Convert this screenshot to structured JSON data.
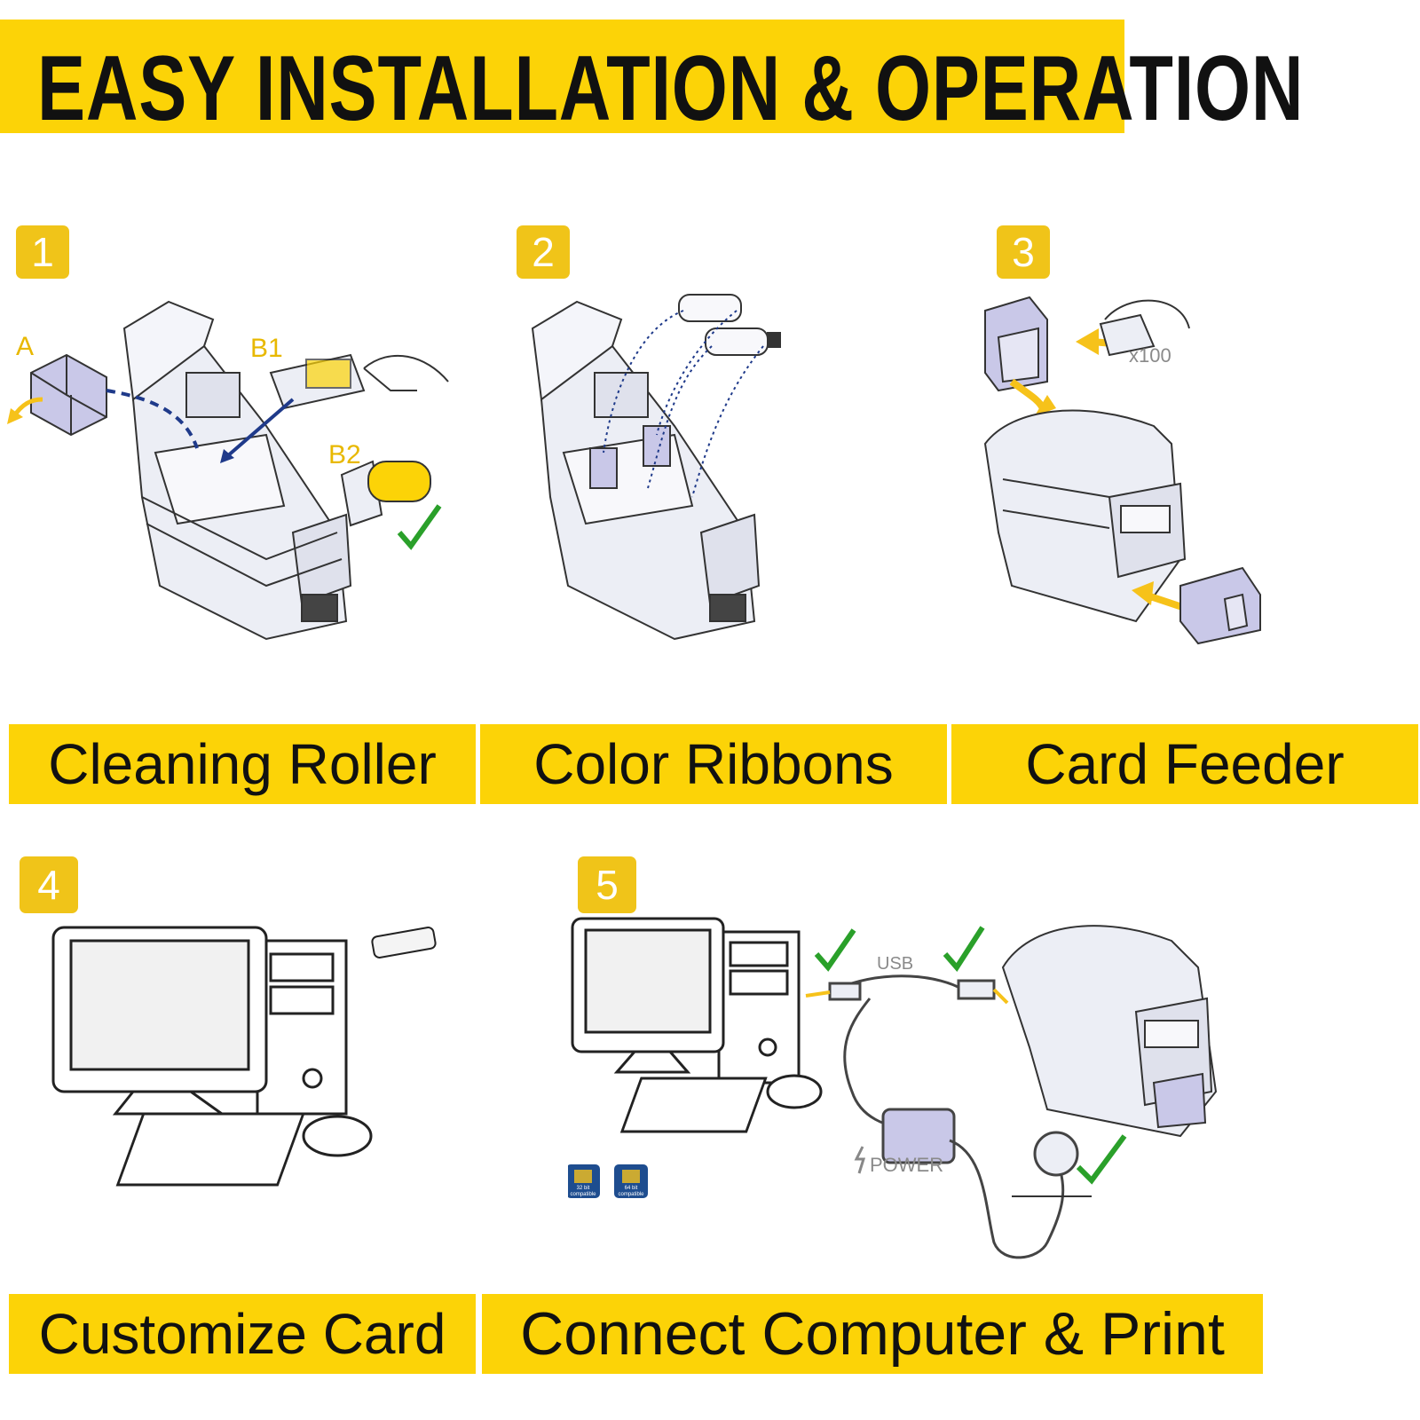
{
  "title": "EASY INSTALLATION & OPERATION",
  "steps": [
    {
      "number": "1",
      "caption": "Cleaning Roller",
      "labels": {
        "a": "A",
        "b1": "B1",
        "b2": "B2"
      }
    },
    {
      "number": "2",
      "caption": "Color Ribbons"
    },
    {
      "number": "3",
      "caption": "Card Feeder",
      "labels": {
        "count": "x100"
      }
    },
    {
      "number": "4",
      "caption": "Customize Card"
    },
    {
      "number": "5",
      "caption": "Connect Computer & Print",
      "labels": {
        "usb": "USB",
        "power": "POWER",
        "badge_32_line1": "32 bit",
        "badge_32_line2": "compatible",
        "badge_64_line1": "64 bit",
        "badge_64_line2": "compatible"
      }
    }
  ],
  "colors": {
    "banner": "#fcd307",
    "badge": "#f0c419",
    "printer_body": "#eceef5",
    "accent_purple": "#c9c8e8",
    "check": "#2aa02a",
    "arrow_blue": "#1f3a8a",
    "arrow_yellow": "#f6c21a"
  }
}
